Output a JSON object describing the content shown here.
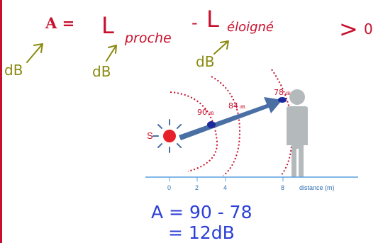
{
  "formula": {
    "lhs": "A =",
    "l1": "L",
    "l1_sub": "proche",
    "minus": "-",
    "l2": "L",
    "l2_sub": "éloigné",
    "gt": ">",
    "zero": "0",
    "db_notes": [
      "dB",
      "dB",
      "dB"
    ]
  },
  "diagram": {
    "source_label": "S",
    "levels": [
      {
        "value": "90",
        "unit": "dB"
      },
      {
        "value": "84",
        "unit": "dB"
      },
      {
        "value": "78",
        "unit": "dB"
      }
    ],
    "axis_ticks": [
      "0",
      "2",
      "4",
      "8"
    ],
    "axis_label": "distance (m)"
  },
  "calculation": {
    "line1": "A = 90 - 78",
    "line2": "= 12dB"
  },
  "colors": {
    "red": "#c8102e",
    "olive": "#8a8a10",
    "blue": "#2c3fd6",
    "arrow": "#4a6fa5",
    "axis": "#5aa0e0",
    "person": "#b4b9bc"
  }
}
